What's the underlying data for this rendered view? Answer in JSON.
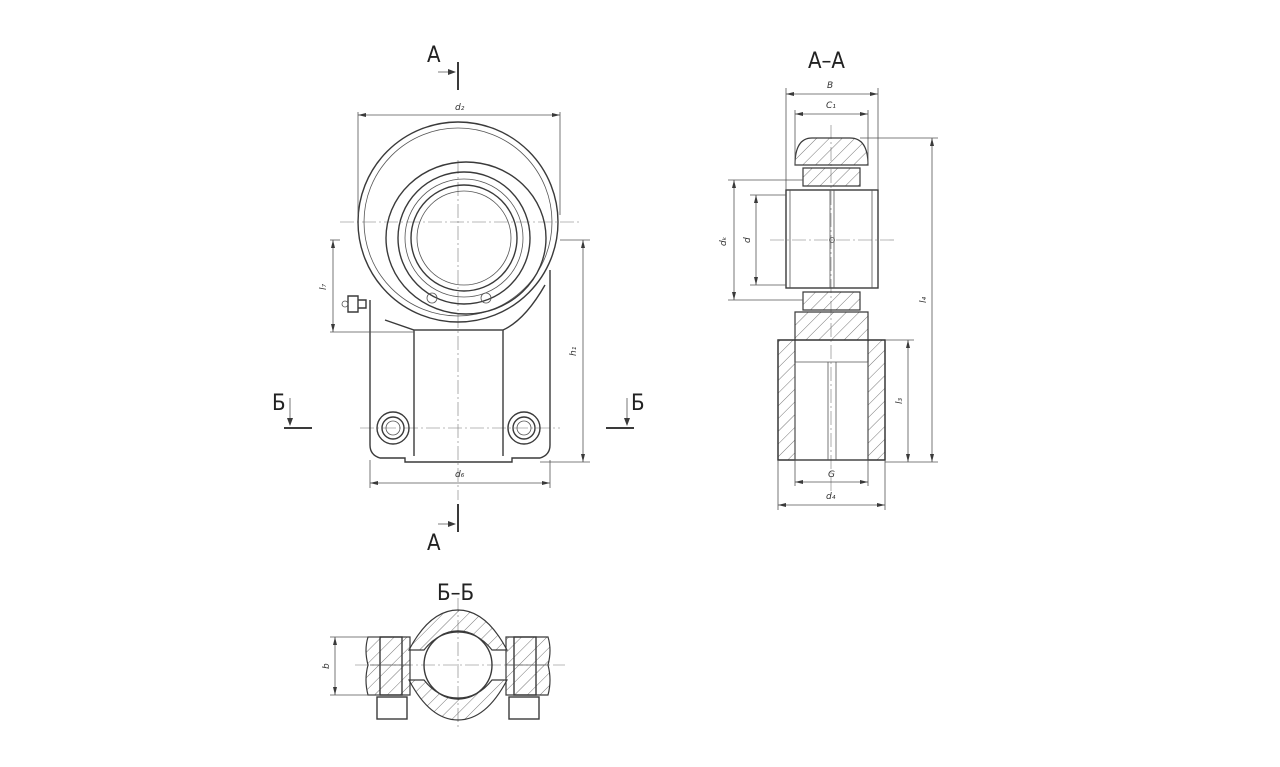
{
  "views": {
    "section_aa_title": "А–А",
    "section_bb_title": "Б–Б"
  },
  "cut_marks": {
    "a_top": "А",
    "a_bottom": "А",
    "b_left": "Б",
    "b_right": "Б"
  },
  "dims": {
    "d2": "d₂",
    "d6": "d₆",
    "l7": "l₇",
    "h1": "h₁",
    "B": "B",
    "C1": "C₁",
    "dk": "dₖ",
    "d": "d",
    "l4": "l₄",
    "l3": "l₃",
    "G": "G",
    "d4": "d₄",
    "b": "b"
  },
  "colors": {
    "line": "#3a3a3a",
    "background": "#ffffff"
  }
}
